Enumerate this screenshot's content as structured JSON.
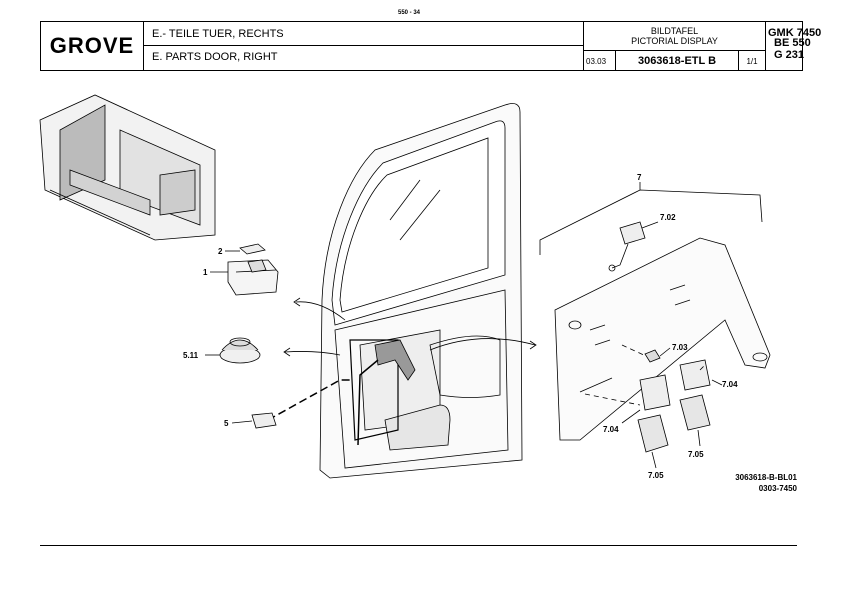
{
  "page_number": "550 - 34",
  "header": {
    "logo": "GROVE",
    "title_de": "E.- TEILE TUER, RECHTS",
    "title_en": "E. PARTS DOOR, RIGHT",
    "display_de": "BILDTAFEL",
    "display_en": "PICTORIAL DISPLAY",
    "date": "03.03",
    "drawing_code": "3063618-ETL B",
    "sheet": "1/1",
    "model_line1": "GMK 7450",
    "model_line2": "BE 550",
    "model_line3": "G 231"
  },
  "callouts": [
    "1",
    "2",
    "5",
    "5.11",
    "7",
    "7.02",
    "7.03",
    "7.04",
    "7.04",
    "7.05",
    "7.05"
  ],
  "footer_refs": {
    "ref1": "3063618-B-BL01",
    "ref2": "0303-7450"
  }
}
